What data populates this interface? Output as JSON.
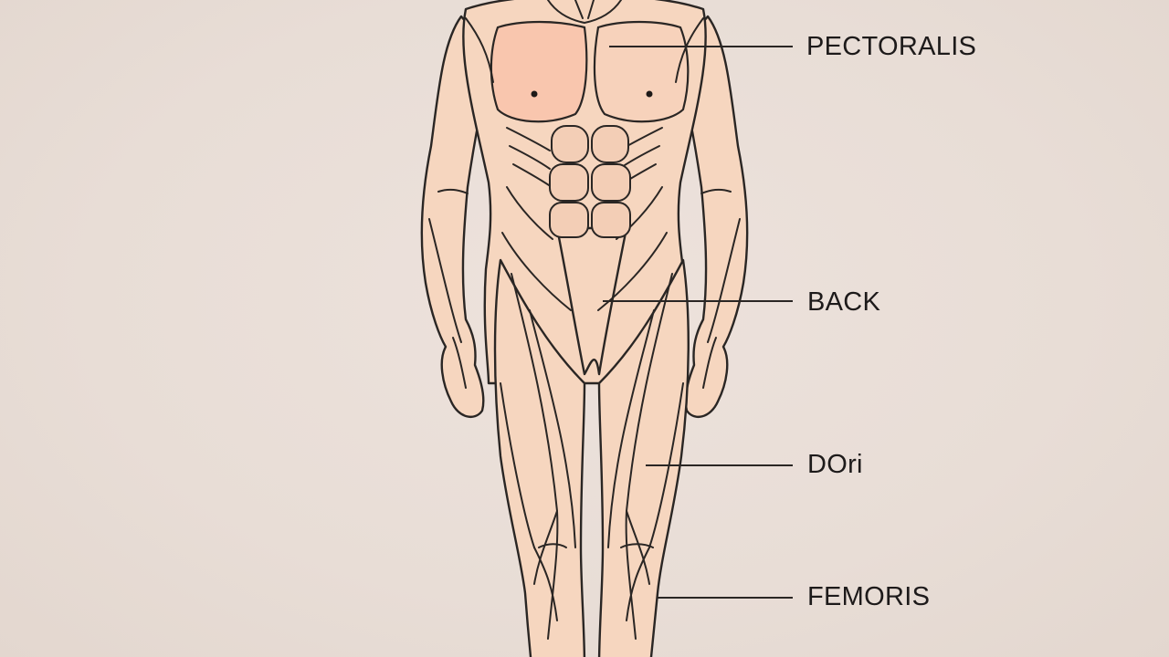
{
  "labels": {
    "pectoralis": "PECTORALIS",
    "back": "BACK",
    "dori": "DOri",
    "femoris": "FEMORIS"
  },
  "colors": {
    "background": "#e8ddd6",
    "skin": "#f6d6bf",
    "chest_highlight": "#f9c6ae",
    "outline": "#2a2624",
    "label_text": "#1d1a1a"
  }
}
